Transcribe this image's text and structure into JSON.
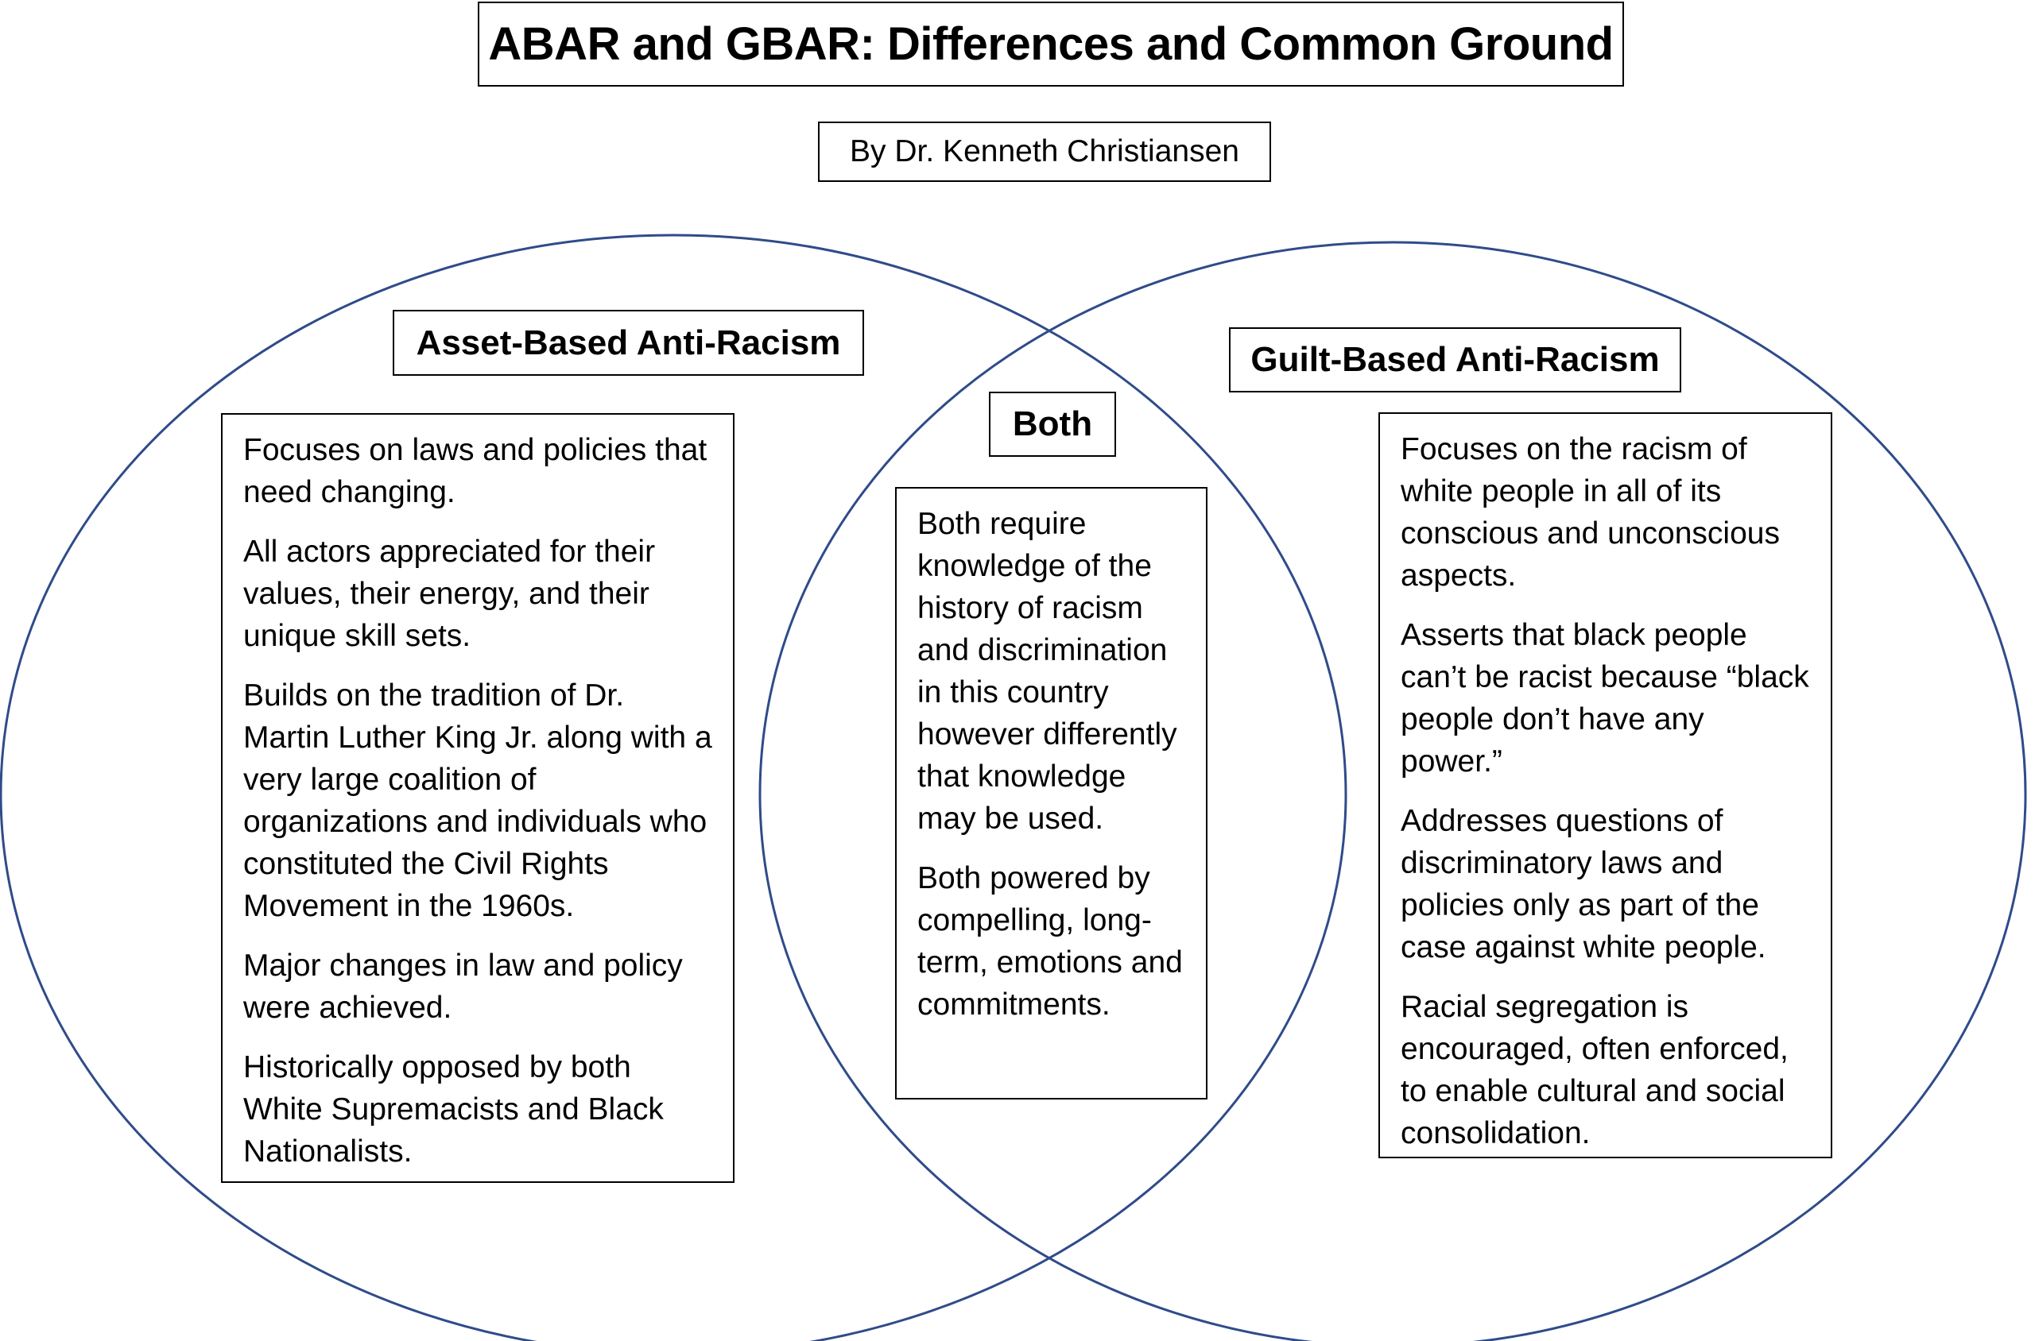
{
  "diagram": {
    "title": "ABAR and GBAR: Differences and Common Ground",
    "author": "By Dr. Kenneth Christiansen",
    "colors": {
      "circle_stroke": "#2f4b8a",
      "box_border": "#000000",
      "background": "#ffffff"
    },
    "left": {
      "heading": "Asset-Based Anti-Racism",
      "items": [
        "Focuses on laws and policies that need changing.",
        "All actors appreciated for their values, their energy, and their unique skill sets.",
        "Builds on the tradition of Dr. Martin Luther King Jr. along with a very large coalition of organizations and individuals who constituted the Civil Rights Movement in the 1960s.",
        "Major changes in law and policy were achieved.",
        "Historically opposed by both White Supremacists and Black Nationalists."
      ]
    },
    "both": {
      "heading": "Both",
      "items": [
        "Both require knowledge of the history of racism and discrimination in this country however differently that knowledge may be used.",
        "Both powered by compelling, long-term, emotions and commitments."
      ]
    },
    "right": {
      "heading": "Guilt-Based Anti-Racism",
      "items": [
        "Focuses on the racism of white people in all of its conscious and unconscious aspects.",
        "Asserts that black people can’t be racist because “black people don’t have any power.”",
        "Addresses questions of discriminatory laws and policies only as part of the case against white people.",
        "Racial segregation is encouraged, often enforced, to enable cultural and social consolidation."
      ]
    }
  }
}
